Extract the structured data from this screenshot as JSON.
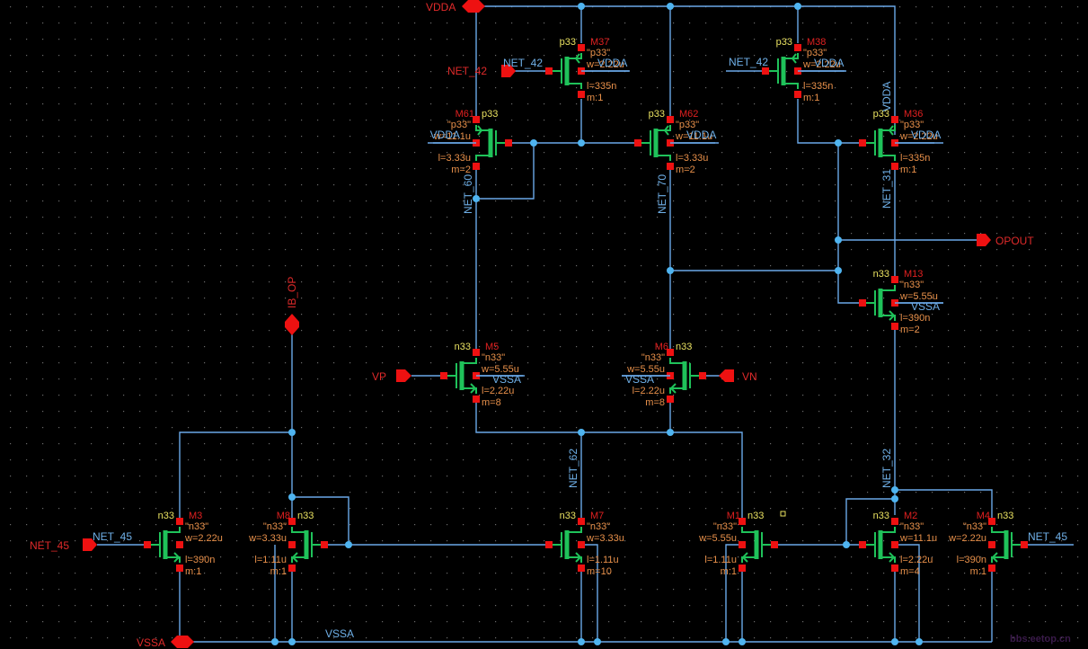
{
  "title": "Op-amp schematic",
  "colors": {
    "background": "#000000",
    "wire": "#6aa8e8",
    "junction": "#4fb4f0",
    "pin": "#ee1111",
    "device": "#1fc25a",
    "instance_label": "#e02020",
    "model_label": "#e8e060",
    "param_label": "#e8904a",
    "net_label": "#6fb0e8"
  },
  "ports": [
    {
      "name": "VDDA",
      "direction": "inout"
    },
    {
      "name": "NET_42",
      "direction": "input"
    },
    {
      "name": "OPOUT",
      "direction": "output"
    },
    {
      "name": "IB_OP",
      "direction": "inout"
    },
    {
      "name": "VP",
      "direction": "input"
    },
    {
      "name": "VN",
      "direction": "input"
    },
    {
      "name": "NET_45",
      "direction": "input"
    },
    {
      "name": "VSSA",
      "direction": "inout"
    }
  ],
  "net_labels": [
    "NET_42",
    "NET_42",
    "NET_60",
    "NET_70",
    "NET_31",
    "VDDA",
    "NET_62",
    "NET_32",
    "NET_45",
    "NET_45",
    "VSSA"
  ],
  "devices": [
    {
      "inst": "M37",
      "model": "p33",
      "type": "pmos",
      "w": "w=2.22u",
      "l": "l=335n",
      "m": "m:1",
      "body": "VDDA"
    },
    {
      "inst": "M38",
      "model": "p33",
      "type": "pmos",
      "w": "w=2.22u",
      "l": "l=335n",
      "m": "m:1",
      "body": "VDDA"
    },
    {
      "inst": "M61",
      "model": "p33",
      "type": "pmos",
      "w": "w=11.1u",
      "l": "l=3.33u",
      "m": "m=2",
      "body": "VDDA"
    },
    {
      "inst": "M62",
      "model": "p33",
      "type": "pmos",
      "w": "w=11.1u",
      "l": "l=3.33u",
      "m": "m=2",
      "body": "VDDA"
    },
    {
      "inst": "M36",
      "model": "p33",
      "type": "pmos",
      "w": "w=2.22u",
      "l": "l=335n",
      "m": "m:1",
      "body": "VDDA"
    },
    {
      "inst": "M13",
      "model": "n33",
      "type": "nmos",
      "w": "w=5.55u",
      "l": "l=390n",
      "m": "m=2",
      "body": "VSSA"
    },
    {
      "inst": "M5",
      "model": "n33",
      "type": "nmos",
      "w": "w=5.55u",
      "l": "l=2.22u",
      "m": "m=8",
      "body": "VSSA"
    },
    {
      "inst": "M6",
      "model": "n33",
      "type": "nmos",
      "w": "w=5.55u",
      "l": "l=2.22u",
      "m": "m=8",
      "body": "VSSA"
    },
    {
      "inst": "M3",
      "model": "n33",
      "type": "nmos",
      "w": "w=2.22u",
      "l": "l=390n",
      "m": "m:1",
      "body": ""
    },
    {
      "inst": "M8",
      "model": "n33",
      "type": "nmos",
      "w": "w=3.33u",
      "l": "l=1.11u",
      "m": "m:1",
      "body": ""
    },
    {
      "inst": "M7",
      "model": "n33",
      "type": "nmos",
      "w": "w=3.33u",
      "l": "l=1.11u",
      "m": "m=10",
      "body": ""
    },
    {
      "inst": "M1",
      "model": "n33",
      "type": "nmos",
      "w": "w=5.55u",
      "l": "l=1.11u",
      "m": "m:1",
      "body": ""
    },
    {
      "inst": "M2",
      "model": "n33",
      "type": "nmos",
      "w": "w=11.1u",
      "l": "l=2.22u",
      "m": "m=4",
      "body": ""
    },
    {
      "inst": "M4",
      "model": "n33",
      "type": "nmos",
      "w": "w=2.22u",
      "l": "l=390n",
      "m": "m:1",
      "body": ""
    }
  ],
  "watermark": "bbs.eetop.cn"
}
